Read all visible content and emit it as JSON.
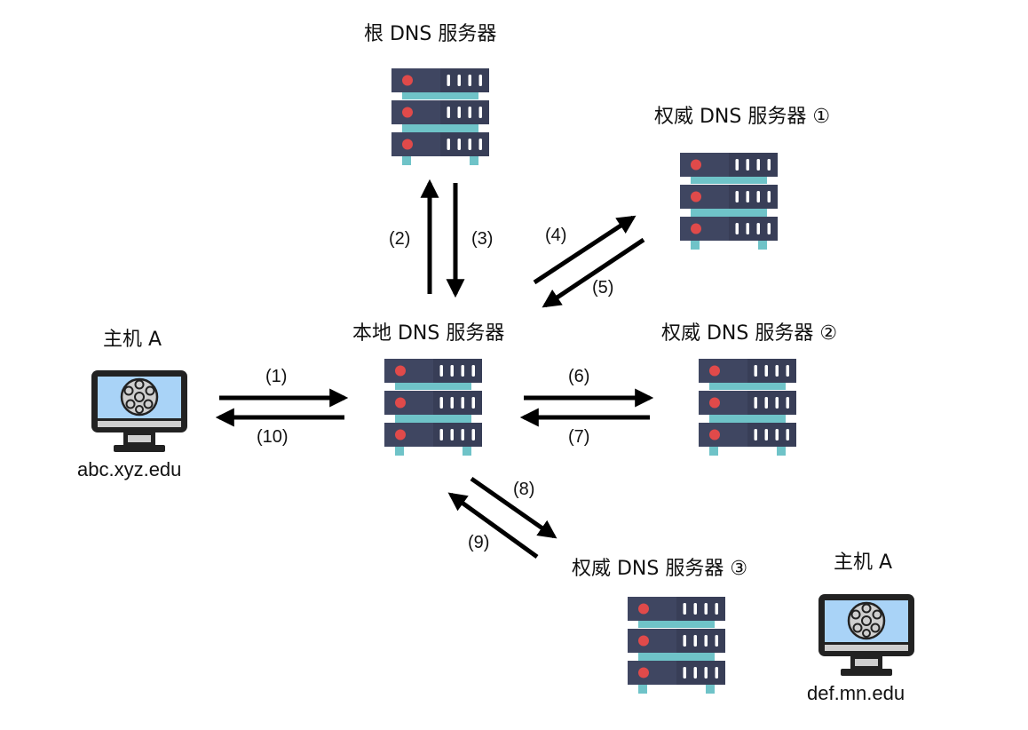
{
  "diagram": {
    "title": "DNS iterative query resolution",
    "colors": {
      "server_body": "#3f4661",
      "server_body_right": "#383e57",
      "server_rail": "#6fc3c8",
      "server_led": "#e04a4a",
      "server_slot": "#ffffff",
      "monitor_frame": "#222222",
      "monitor_screen": "#a9d3f7",
      "monitor_bar": "#cfcfcf",
      "globe_fill": "#cfcfcf",
      "arrow": "#000000"
    },
    "nodes": [
      {
        "id": "root",
        "label": "根 DNS 服务器",
        "type": "server-icon"
      },
      {
        "id": "auth1",
        "label": "权威 DNS 服务器 ①",
        "type": "server-icon"
      },
      {
        "id": "local",
        "label": "本地 DNS 服务器",
        "type": "server-icon"
      },
      {
        "id": "auth2",
        "label": "权威 DNS 服务器 ②",
        "type": "server-icon"
      },
      {
        "id": "auth3",
        "label": "权威 DNS 服务器 ③",
        "type": "server-icon"
      },
      {
        "id": "hostA",
        "label": "主机 A",
        "hostname": "abc.xyz.edu",
        "type": "monitor-icon"
      },
      {
        "id": "hostB",
        "label": "主机 A",
        "hostname": "def.mn.edu",
        "type": "monitor-icon"
      }
    ],
    "edges": [
      {
        "step": "(1)",
        "from": "hostA",
        "to": "local"
      },
      {
        "step": "(2)",
        "from": "local",
        "to": "root"
      },
      {
        "step": "(3)",
        "from": "root",
        "to": "local"
      },
      {
        "step": "(4)",
        "from": "local",
        "to": "auth1"
      },
      {
        "step": "(5)",
        "from": "auth1",
        "to": "local"
      },
      {
        "step": "(6)",
        "from": "local",
        "to": "auth2"
      },
      {
        "step": "(7)",
        "from": "auth2",
        "to": "local"
      },
      {
        "step": "(8)",
        "from": "local",
        "to": "auth3"
      },
      {
        "step": "(9)",
        "from": "auth3",
        "to": "local"
      },
      {
        "step": "(10)",
        "from": "local",
        "to": "hostA"
      }
    ]
  }
}
